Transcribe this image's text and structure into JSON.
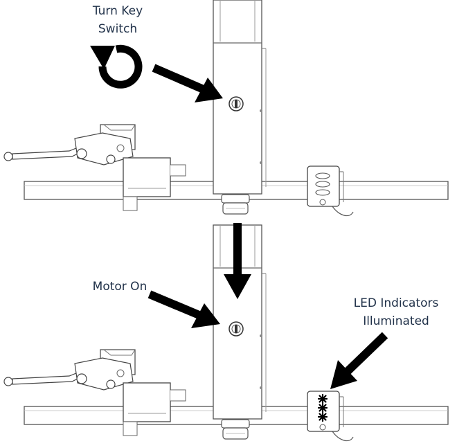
{
  "labels": {
    "turn_key_line1": "Turn Key",
    "turn_key_line2": "Switch",
    "motor_on": "Motor On",
    "led_line1": "LED Indicators",
    "led_line2": "Illuminated"
  },
  "icons": {
    "rotate": "counterclockwise-rotate-icon",
    "arrow": "arrow-icon",
    "led": "led-cluster-icon"
  },
  "colors": {
    "line": "#444444",
    "arrow": "#000000",
    "text": "#1f3048"
  }
}
